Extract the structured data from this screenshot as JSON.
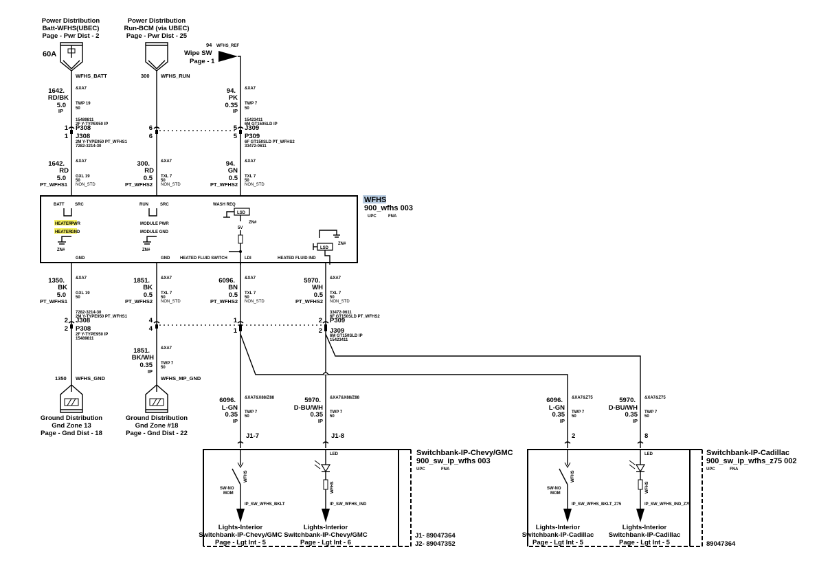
{
  "sources": {
    "batt": {
      "title": "Power Distribution",
      "sub": "Batt-WFHS(UBEC)",
      "page": "Page - Pwr Dist - 2",
      "fuse": "60A",
      "circuit": "WFHS_BATT"
    },
    "run": {
      "title": "Power Distribution",
      "sub": "Run-BCM (via UBEC)",
      "page": "Page - Pwr Dist - 25",
      "num": "300",
      "circuit": "WFHS_RUN"
    },
    "wipe": {
      "num": "94",
      "ref": "WFHS_REF",
      "name": "Wipe SW",
      "page": "Page - 1"
    }
  },
  "wires_top": [
    {
      "num": "1642.",
      "color": "RD/BK",
      "size": "5.0",
      "tag": "IP",
      "opt": "&XA7",
      "type": "TWP 19",
      "temp": "50"
    },
    {
      "num": "94.",
      "color": "PK",
      "size": "0.35",
      "tag": "IP",
      "opt": "&XA7",
      "type": "TWP 7",
      "temp": "50"
    }
  ],
  "conn_top": {
    "left_part": "15489811",
    "left_desc": "2F Y-TYPE950 IP",
    "left_pin": "1",
    "left_p": "P308",
    "left_j": "J308",
    "left_jdesc": "2M Y-TYPE950 PT_WFHS1",
    "left_jpart": "7282-3214-30",
    "mid_pin": "6",
    "right_part": "15423411",
    "right_desc": "6M GT150SLD IP",
    "right_pin": "5",
    "right_j": "J309",
    "right_p": "P309",
    "right_pdesc": "6F GT150SLD PT_WFHS2",
    "right_ppart": "33472-0611"
  },
  "wires_mid": [
    {
      "num": "1642.",
      "color": "RD",
      "size": "5.0",
      "tag": "PT_WFHS1",
      "opt": "&XA7",
      "type": "GXL 19",
      "temp": "50",
      "std": "NON_STD"
    },
    {
      "num": "300.",
      "color": "RD",
      "size": "0.5",
      "tag": "PT_WFHS2",
      "opt": "&XA7",
      "type": "TXL 7",
      "temp": "50",
      "std": "NON_STD"
    },
    {
      "num": "94.",
      "color": "GN",
      "size": "0.5",
      "tag": "PT_WFHS2",
      "opt": "&XA7",
      "type": "TXL 7",
      "temp": "50",
      "std": "NON_STD"
    }
  ],
  "module": {
    "name": "WFHS",
    "part": "900_wfhs 003",
    "upc": "UPC",
    "fna": "FNA",
    "batt": "BATT",
    "src": "SRC",
    "run": "RUN",
    "wash": "WASH REQ",
    "lsd": "LSD",
    "zn": "ZN#",
    "fivev": "5V",
    "heater": "HEATER",
    "pwr": "PWR",
    "gndw": "GND",
    "modpwr": "MODULE PWR",
    "modgnd": "MODULE GND",
    "heated_sw": "HEATED FLUID SWITCH",
    "ldi": "LDI",
    "heated_ind": "HEATED FLUID IND"
  },
  "wires_low": [
    {
      "num": "1350.",
      "color": "BK",
      "size": "5.0",
      "tag": "PT_WFHS1",
      "opt": "&XA7",
      "type": "GXL 19",
      "temp": "50"
    },
    {
      "num": "1851.",
      "color": "BK",
      "size": "0.5",
      "tag": "PT_WFHS2",
      "opt": "&XA7",
      "type": "TXL 7",
      "temp": "50",
      "std": "NON_STD"
    },
    {
      "num": "6096.",
      "color": "BN",
      "size": "0.5",
      "tag": "PT_WFHS2",
      "opt": "&XA7",
      "type": "TXL 7",
      "temp": "50",
      "std": "NON_STD"
    },
    {
      "num": "5970.",
      "color": "WH",
      "size": "0.5",
      "tag": "PT_WFHS2",
      "opt": "&XA7",
      "type": "TXL 7",
      "temp": "50",
      "std": "NON_STD"
    }
  ],
  "conn_low": {
    "left_jpart": "7282-3214-30",
    "left_jdesc": "2M Y-TYPE950 PT_WFHS1",
    "left_pin": "2",
    "left_j": "J308",
    "left_p": "P308",
    "left_pdesc": "2F Y-TYPE950 IP",
    "left_ppart": "15489811",
    "mid_pin": "4",
    "c1_pin": "1",
    "right_pin": "2",
    "right_p": "P309",
    "right_pdesc": "6F GT150SLD PT_WFHS2",
    "right_ppart": "33472-0611",
    "right_j": "J309",
    "right_jdesc": "6M GT150SLD IP",
    "right_jpart": "15423411"
  },
  "wire_mpgnd": {
    "num": "1851.",
    "color": "BK/WH",
    "size": "0.35",
    "tag": "IP",
    "opt": "&XA7",
    "type": "TWP 7",
    "temp": "50",
    "circuit": "WFHS_MP_GND"
  },
  "grounds": {
    "g1": {
      "num": "1350",
      "circuit": "WFHS_GND",
      "title": "Ground Distribution",
      "zone": "Gnd Zone 13",
      "page": "Page - Gnd Dist - 18"
    },
    "g2": {
      "title": "Ground Distribution",
      "zone": "Gnd Zone #18",
      "page": "Page - Gnd Dist - 22"
    }
  },
  "sw_wires": [
    {
      "num": "6096.",
      "color": "L-GN",
      "size": "0.35",
      "tag": "IP",
      "opt": "&XA7&X88/Z88",
      "type": "TWP 7",
      "temp": "50"
    },
    {
      "num": "5970.",
      "color": "D-BU/WH",
      "size": "0.35",
      "tag": "IP",
      "opt": "&XA7&X88/Z88",
      "type": "TWP 7",
      "temp": "50"
    },
    {
      "num": "6096.",
      "color": "L-GN",
      "size": "0.35",
      "tag": "IP",
      "opt": "&XA7&Z75",
      "type": "TWP 7",
      "temp": "50"
    },
    {
      "num": "5970.",
      "color": "D-BU/WH",
      "size": "0.35",
      "tag": "IP",
      "opt": "&XA7&Z75",
      "type": "TWP 7",
      "temp": "50"
    }
  ],
  "chevy": {
    "title": "Switchbank-IP-Chevy/GMC",
    "part": "900_sw_ip_wfhs 003",
    "upc": "UPC",
    "fna": "FNA",
    "pin1": "J1-7",
    "pin2": "J1-8",
    "led": "LED",
    "wfhs": "WFHS",
    "swno": "SW-NO",
    "mom": "MOM",
    "ckt1": "IP_SW_WFHS_BKLT",
    "ckt2": "IP_SW_WFHS_IND",
    "dest1": "Lights-Interior",
    "dest1b": "Switchbank-IP-Chevy/GMC",
    "dest1c": "Page - Lgt Int - 5",
    "dest2": "Lights-Interior",
    "dest2b": "Switchbank-IP-Chevy/GMC",
    "dest2c": "Page - Lgt Int - 6",
    "j1": "J1- 89047364",
    "j2": "J2- 89047352"
  },
  "cadillac": {
    "title": "Switchbank-IP-Cadillac",
    "part": "900_sw_ip_wfhs_z75 002",
    "upc": "UPC",
    "fna": "FNA",
    "pin1": "2",
    "pin2": "8",
    "led": "LED",
    "wfhs": "WFHS",
    "swno": "SW-NO",
    "mom": "MOM",
    "ckt1": "IP_SW_WFHS_BKLT_Z75",
    "ckt2": "IP_SW_WFHS_IND_Z75",
    "dest1": "Lights-Interior",
    "dest1b": "Switchbank-IP-Cadillac",
    "dest1c": "Page - Lgt Int - 5",
    "dest2": "Lights-Interior",
    "dest2b": "Switchbank-IP-Cadillac",
    "dest2c": "Page - Lgt Int - 5",
    "part_no": "89047364"
  },
  "colors": {
    "heater_highlight": "#f5f060",
    "module_highlight": "#b7cbe0"
  }
}
